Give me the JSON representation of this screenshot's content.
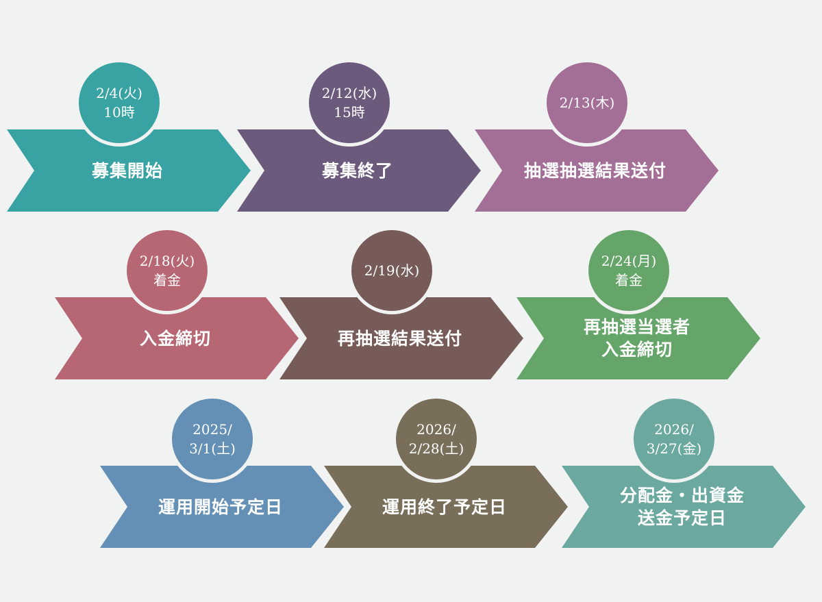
{
  "colors": {
    "background": "#f1f2f2",
    "teal": "#39a3a4",
    "purple_dark": "#6b5a7b",
    "purple_light": "#a46f96",
    "rose": "#b76673",
    "brown": "#765b58",
    "green": "#66a56a",
    "blue": "#6490b5",
    "olive": "#786e59",
    "seafoam": "#6ba89f"
  },
  "rows": [
    {
      "steps": [
        {
          "date": [
            "2/4(火)",
            "10時"
          ],
          "label": [
            "募集開始"
          ],
          "color": "#39a3a4"
        },
        {
          "date": [
            "2/12(水)",
            "15時"
          ],
          "label": [
            "募集終了"
          ],
          "color": "#6b5a7b"
        },
        {
          "date": [
            "2/13(木)"
          ],
          "label": [
            "抽選抽選結果送付"
          ],
          "color": "#a46f96"
        }
      ]
    },
    {
      "steps": [
        {
          "date": [
            "2/18(火)",
            "着金"
          ],
          "label": [
            "入金締切"
          ],
          "color": "#b76673"
        },
        {
          "date": [
            "2/19(水)"
          ],
          "label": [
            "再抽選結果送付"
          ],
          "color": "#765b58"
        },
        {
          "date": [
            "2/24(月)",
            "着金"
          ],
          "label": [
            "再抽選当選者",
            "入金締切"
          ],
          "color": "#66a56a"
        }
      ]
    },
    {
      "steps": [
        {
          "date": [
            "2025/",
            "3/1(土)"
          ],
          "label": [
            "運用開始予定日"
          ],
          "color": "#6490b5"
        },
        {
          "date": [
            "2026/",
            "2/28(土)"
          ],
          "label": [
            "運用終了予定日"
          ],
          "color": "#786e59"
        },
        {
          "date": [
            "2026/",
            "3/27(金)"
          ],
          "label": [
            "分配金・出資金",
            "送金予定日"
          ],
          "color": "#6ba89f"
        }
      ]
    }
  ]
}
